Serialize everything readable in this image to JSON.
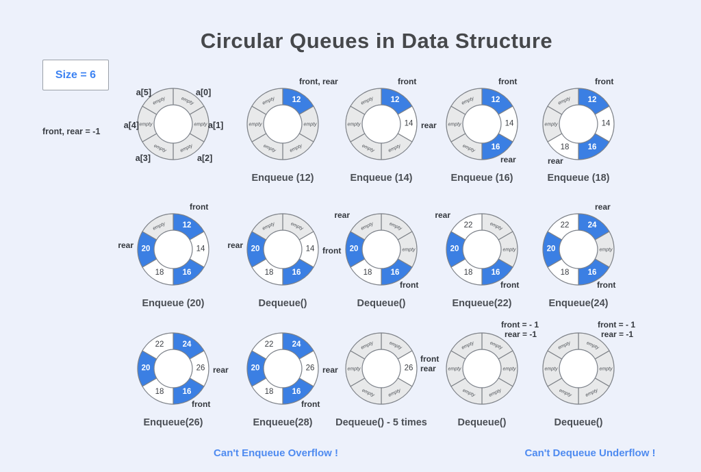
{
  "title": "Circular Queues in Data Structure",
  "size_box": {
    "label": "Size = 6"
  },
  "init_note": "front, rear = -1",
  "notices": [
    {
      "text": "Can't Enqueue Overflow !"
    },
    {
      "text": "Can't Dequeue Underflow !"
    }
  ],
  "colors": {
    "background": "#edf1fb",
    "filled_segment": "#3b7fe3",
    "occupied_segment": "#ffffff",
    "empty_segment": "#e8e9ea",
    "segment_stroke": "#7d8187",
    "accent_blue_text": "#3c82f2",
    "notice_blue_text": "#4f8bf0",
    "title_text": "#46484b",
    "caption_text": "#4a4e54",
    "label_text": "#33373d"
  },
  "diagrams": [
    {
      "caption": "",
      "row": 0,
      "col": 0,
      "array_labels": [
        "a[0]",
        "a[1]",
        "a[2]",
        "a[3]",
        "a[4]",
        "a[5]"
      ],
      "labels": [],
      "segments": [
        {
          "text": "empty",
          "fill": "gray"
        },
        {
          "text": "empty",
          "fill": "gray"
        },
        {
          "text": "empty",
          "fill": "gray"
        },
        {
          "text": "empty",
          "fill": "gray"
        },
        {
          "text": "empty",
          "fill": "gray"
        },
        {
          "text": "empty",
          "fill": "gray"
        }
      ]
    },
    {
      "caption": "Enqueue (12)",
      "row": 0,
      "col": 1,
      "labels": [
        {
          "text": "front, rear",
          "pos": "top"
        }
      ],
      "segments": [
        {
          "text": "12",
          "fill": "blue"
        },
        {
          "text": "empty",
          "fill": "gray"
        },
        {
          "text": "empty",
          "fill": "gray"
        },
        {
          "text": "empty",
          "fill": "gray"
        },
        {
          "text": "empty",
          "fill": "gray"
        },
        {
          "text": "empty",
          "fill": "gray"
        }
      ]
    },
    {
      "caption": "Enqueue (14)",
      "row": 0,
      "col": 2,
      "labels": [
        {
          "text": "front",
          "pos": "top"
        },
        {
          "text": "rear",
          "pos": "right"
        }
      ],
      "segments": [
        {
          "text": "12",
          "fill": "blue"
        },
        {
          "text": "14",
          "fill": "white"
        },
        {
          "text": "empty",
          "fill": "gray"
        },
        {
          "text": "empty",
          "fill": "gray"
        },
        {
          "text": "empty",
          "fill": "gray"
        },
        {
          "text": "empty",
          "fill": "gray"
        }
      ]
    },
    {
      "caption": "Enqueue (16)",
      "row": 0,
      "col": 3,
      "labels": [
        {
          "text": "front",
          "pos": "top"
        },
        {
          "text": "rear",
          "pos": "bottom-right"
        }
      ],
      "segments": [
        {
          "text": "12",
          "fill": "blue"
        },
        {
          "text": "14",
          "fill": "white"
        },
        {
          "text": "16",
          "fill": "blue"
        },
        {
          "text": "empty",
          "fill": "gray"
        },
        {
          "text": "empty",
          "fill": "gray"
        },
        {
          "text": "empty",
          "fill": "gray"
        }
      ]
    },
    {
      "caption": "Enqueue (18)",
      "row": 0,
      "col": 4,
      "labels": [
        {
          "text": "front",
          "pos": "top"
        },
        {
          "text": "rear",
          "pos": "bottom-left"
        }
      ],
      "segments": [
        {
          "text": "12",
          "fill": "blue"
        },
        {
          "text": "14",
          "fill": "white"
        },
        {
          "text": "16",
          "fill": "blue"
        },
        {
          "text": "18",
          "fill": "white"
        },
        {
          "text": "empty",
          "fill": "gray"
        },
        {
          "text": "empty",
          "fill": "gray"
        }
      ]
    },
    {
      "caption": "Enqueue (20)",
      "row": 1,
      "col": 0,
      "labels": [
        {
          "text": "front",
          "pos": "top"
        },
        {
          "text": "rear",
          "pos": "left"
        }
      ],
      "segments": [
        {
          "text": "12",
          "fill": "blue"
        },
        {
          "text": "14",
          "fill": "white"
        },
        {
          "text": "16",
          "fill": "blue"
        },
        {
          "text": "18",
          "fill": "white"
        },
        {
          "text": "20",
          "fill": "blue"
        },
        {
          "text": "empty",
          "fill": "gray"
        }
      ]
    },
    {
      "caption": "Dequeue()",
      "row": 1,
      "col": 1,
      "labels": [
        {
          "text": "rear",
          "pos": "left"
        },
        {
          "text": "front",
          "pos": "right"
        }
      ],
      "segments": [
        {
          "text": "empty",
          "fill": "gray"
        },
        {
          "text": "14",
          "fill": "white"
        },
        {
          "text": "16",
          "fill": "blue"
        },
        {
          "text": "18",
          "fill": "white"
        },
        {
          "text": "20",
          "fill": "blue"
        },
        {
          "text": "empty",
          "fill": "gray"
        }
      ]
    },
    {
      "caption": "Dequeue()",
      "row": 1,
      "col": 2,
      "labels": [
        {
          "text": "rear",
          "pos": "top-left"
        },
        {
          "text": "front",
          "pos": "bottom-right"
        }
      ],
      "segments": [
        {
          "text": "empty",
          "fill": "gray"
        },
        {
          "text": "empty",
          "fill": "gray"
        },
        {
          "text": "16",
          "fill": "blue"
        },
        {
          "text": "18",
          "fill": "white"
        },
        {
          "text": "20",
          "fill": "blue"
        },
        {
          "text": "empty",
          "fill": "gray"
        }
      ]
    },
    {
      "caption": "Enqueue(22)",
      "row": 1,
      "col": 3,
      "labels": [
        {
          "text": "rear",
          "pos": "top-left"
        },
        {
          "text": "front",
          "pos": "bottom-right"
        }
      ],
      "segments": [
        {
          "text": "empty",
          "fill": "gray"
        },
        {
          "text": "empty",
          "fill": "gray"
        },
        {
          "text": "16",
          "fill": "blue"
        },
        {
          "text": "18",
          "fill": "white"
        },
        {
          "text": "20",
          "fill": "blue"
        },
        {
          "text": "22",
          "fill": "white"
        }
      ]
    },
    {
      "caption": "Enqueue(24)",
      "row": 1,
      "col": 4,
      "labels": [
        {
          "text": "rear",
          "pos": "top"
        },
        {
          "text": "front",
          "pos": "bottom-right"
        }
      ],
      "segments": [
        {
          "text": "24",
          "fill": "blue"
        },
        {
          "text": "empty",
          "fill": "gray"
        },
        {
          "text": "16",
          "fill": "blue"
        },
        {
          "text": "18",
          "fill": "white"
        },
        {
          "text": "20",
          "fill": "blue"
        },
        {
          "text": "22",
          "fill": "white"
        }
      ]
    },
    {
      "caption": "Enqueue(26)",
      "row": 2,
      "col": 0,
      "labels": [
        {
          "text": "rear",
          "pos": "right"
        },
        {
          "text": "front",
          "pos": "bottom-right"
        }
      ],
      "segments": [
        {
          "text": "24",
          "fill": "blue"
        },
        {
          "text": "26",
          "fill": "white"
        },
        {
          "text": "16",
          "fill": "blue"
        },
        {
          "text": "18",
          "fill": "white"
        },
        {
          "text": "20",
          "fill": "blue"
        },
        {
          "text": "22",
          "fill": "white"
        }
      ]
    },
    {
      "caption": "Enqueue(28)",
      "row": 2,
      "col": 1,
      "labels": [
        {
          "text": "rear",
          "pos": "right"
        },
        {
          "text": "front",
          "pos": "bottom-right"
        }
      ],
      "segments": [
        {
          "text": "24",
          "fill": "blue"
        },
        {
          "text": "26",
          "fill": "white"
        },
        {
          "text": "16",
          "fill": "blue"
        },
        {
          "text": "18",
          "fill": "white"
        },
        {
          "text": "20",
          "fill": "blue"
        },
        {
          "text": "22",
          "fill": "white"
        }
      ]
    },
    {
      "caption": "Dequeue() - 5 times",
      "row": 2,
      "col": 2,
      "labels": [
        {
          "text": "front",
          "pos": "right-up"
        },
        {
          "text": "rear",
          "pos": "right-mid"
        }
      ],
      "segments": [
        {
          "text": "empty",
          "fill": "gray"
        },
        {
          "text": "26",
          "fill": "white"
        },
        {
          "text": "empty",
          "fill": "gray"
        },
        {
          "text": "empty",
          "fill": "gray"
        },
        {
          "text": "empty",
          "fill": "gray"
        },
        {
          "text": "empty",
          "fill": "gray"
        }
      ]
    },
    {
      "caption": "Dequeue()",
      "row": 2,
      "col": 3,
      "labels": [
        {
          "text": "front = - 1",
          "pos": "above-1"
        },
        {
          "text": "rear = -1",
          "pos": "above-2"
        }
      ],
      "segments": [
        {
          "text": "empty",
          "fill": "gray"
        },
        {
          "text": "empty",
          "fill": "gray"
        },
        {
          "text": "empty",
          "fill": "gray"
        },
        {
          "text": "empty",
          "fill": "gray"
        },
        {
          "text": "empty",
          "fill": "gray"
        },
        {
          "text": "empty",
          "fill": "gray"
        }
      ]
    },
    {
      "caption": "Dequeue()",
      "row": 2,
      "col": 4,
      "labels": [
        {
          "text": "front = - 1",
          "pos": "above-1"
        },
        {
          "text": "rear = -1",
          "pos": "above-2"
        }
      ],
      "segments": [
        {
          "text": "empty",
          "fill": "gray"
        },
        {
          "text": "empty",
          "fill": "gray"
        },
        {
          "text": "empty",
          "fill": "gray"
        },
        {
          "text": "empty",
          "fill": "gray"
        },
        {
          "text": "empty",
          "fill": "gray"
        },
        {
          "text": "empty",
          "fill": "gray"
        }
      ]
    }
  ]
}
